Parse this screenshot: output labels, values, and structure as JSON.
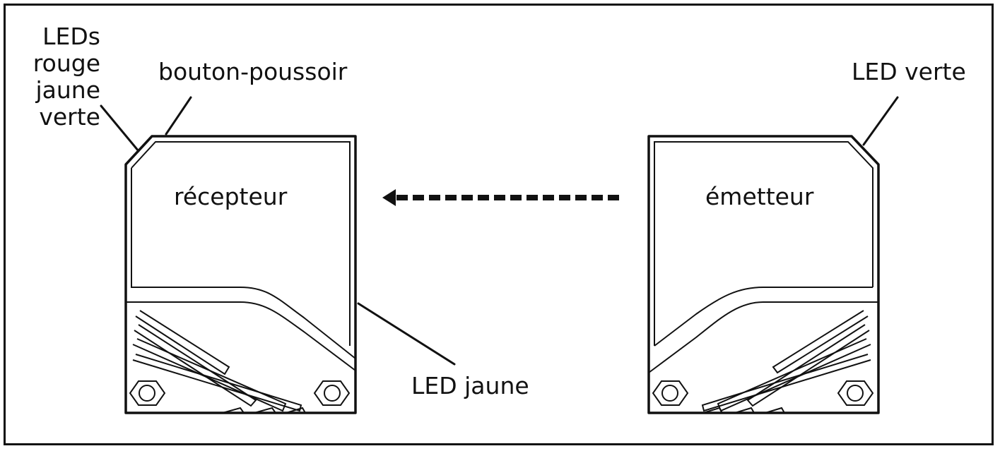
{
  "receiver": {
    "name": "récepteur",
    "led_group": {
      "heading": "LEDs",
      "colors": [
        "rouge",
        "jaune",
        "verte"
      ]
    },
    "button_label": "bouton-poussoir",
    "side_led_label": "LED jaune"
  },
  "emitter": {
    "name": "émetteur",
    "led_label": "LED verte"
  },
  "beam": {
    "direction": "emitter-to-receiver",
    "style": "dashed-arrow"
  },
  "colors": {
    "stroke": "#111111",
    "background": "#ffffff"
  }
}
